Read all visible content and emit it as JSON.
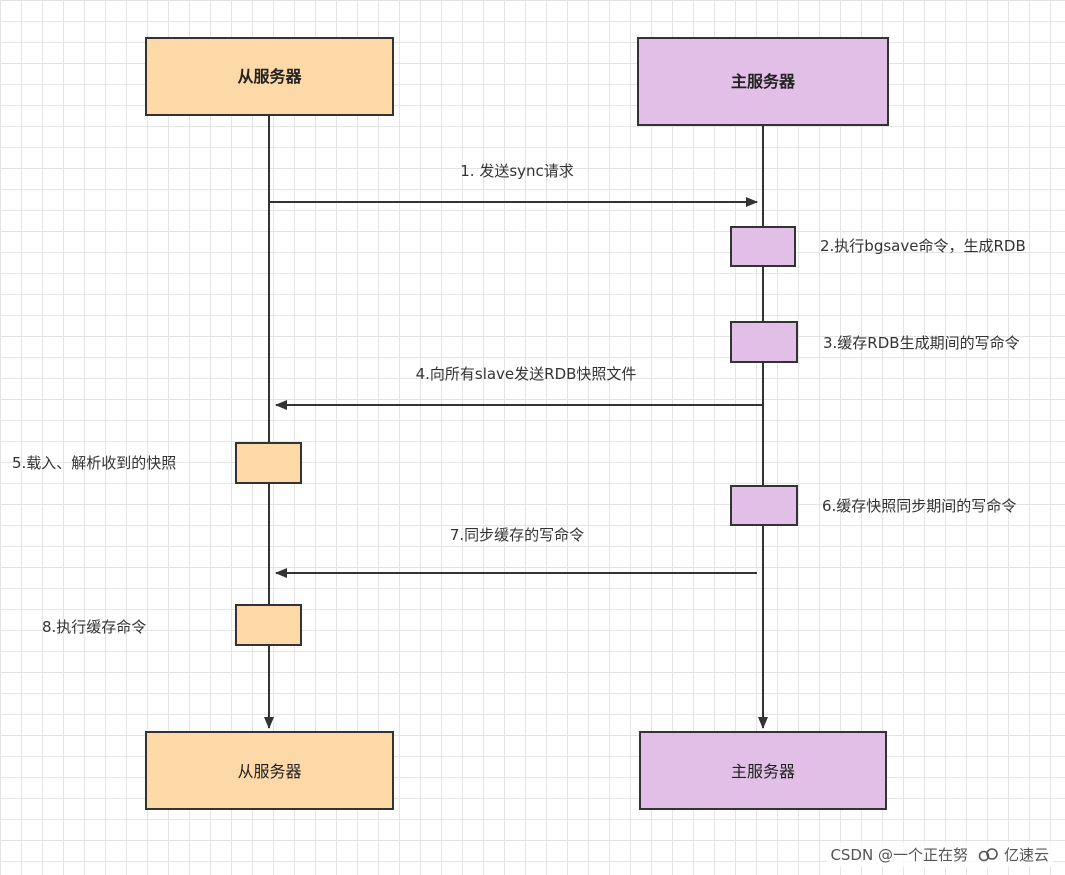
{
  "lanes": {
    "slave": {
      "label": "从服务器",
      "fill": "#fcd9a6",
      "stroke": "#333333"
    },
    "master": {
      "label": "主服务器",
      "fill": "#e2bfe6",
      "stroke": "#333333"
    }
  },
  "bottom_nodes": {
    "slave": {
      "label": "从服务器"
    },
    "master": {
      "label": "主服务器"
    }
  },
  "steps": [
    {
      "id": 1,
      "text": "1. 发送sync请求",
      "kind": "message",
      "direction": "slave-to-master"
    },
    {
      "id": 2,
      "text": "2.执行bgsave命令，生成RDB",
      "kind": "activation",
      "lane": "master"
    },
    {
      "id": 3,
      "text": "3.缓存RDB生成期间的写命令",
      "kind": "activation",
      "lane": "master"
    },
    {
      "id": 4,
      "text": "4.向所有slave发送RDB快照文件",
      "kind": "message",
      "direction": "master-to-slave"
    },
    {
      "id": 5,
      "text": "5.载入、解析收到的快照",
      "kind": "activation",
      "lane": "slave"
    },
    {
      "id": 6,
      "text": "6.缓存快照同步期间的写命令",
      "kind": "activation",
      "lane": "master"
    },
    {
      "id": 7,
      "text": "7.同步缓存的写命令",
      "kind": "message",
      "direction": "master-to-slave"
    },
    {
      "id": 8,
      "text": "8.执行缓存命令",
      "kind": "activation",
      "lane": "slave"
    }
  ],
  "watermark": {
    "csdn": "CSDN @一个正在努",
    "brand": "亿速云",
    "brand_icon": "cloud-logo-icon"
  }
}
